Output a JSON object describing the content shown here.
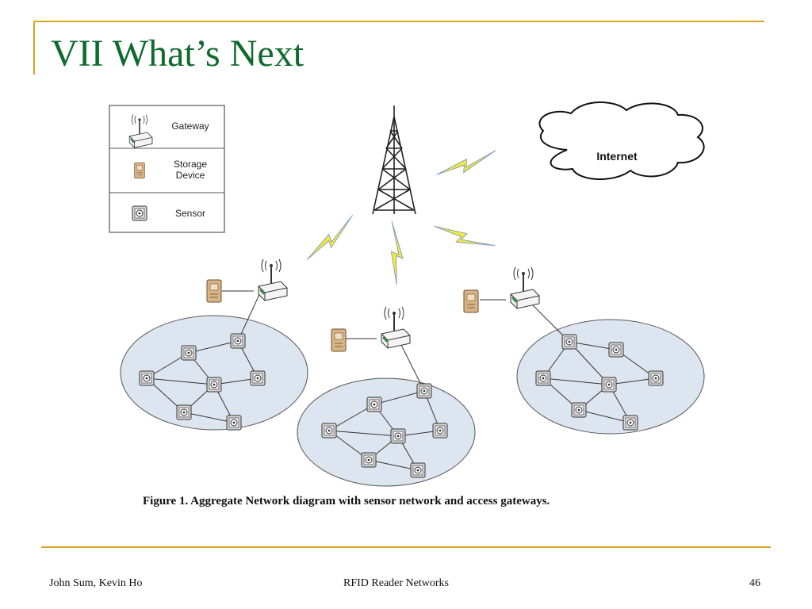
{
  "slide": {
    "title": "VII What’s Next",
    "accent_color": "#DAA520",
    "title_color": "#0E6B2E"
  },
  "diagram": {
    "legend": {
      "gateway": "Gateway",
      "storage_line1": "Storage",
      "storage_line2": "Device",
      "sensor": "Sensor"
    },
    "internet_label": "Internet",
    "caption": "Figure 1. Aggregate Network diagram with sensor network and access gateways."
  },
  "footer": {
    "authors": "John Sum, Kevin Ho",
    "topic": "RFID Reader Networks",
    "page": "46"
  }
}
